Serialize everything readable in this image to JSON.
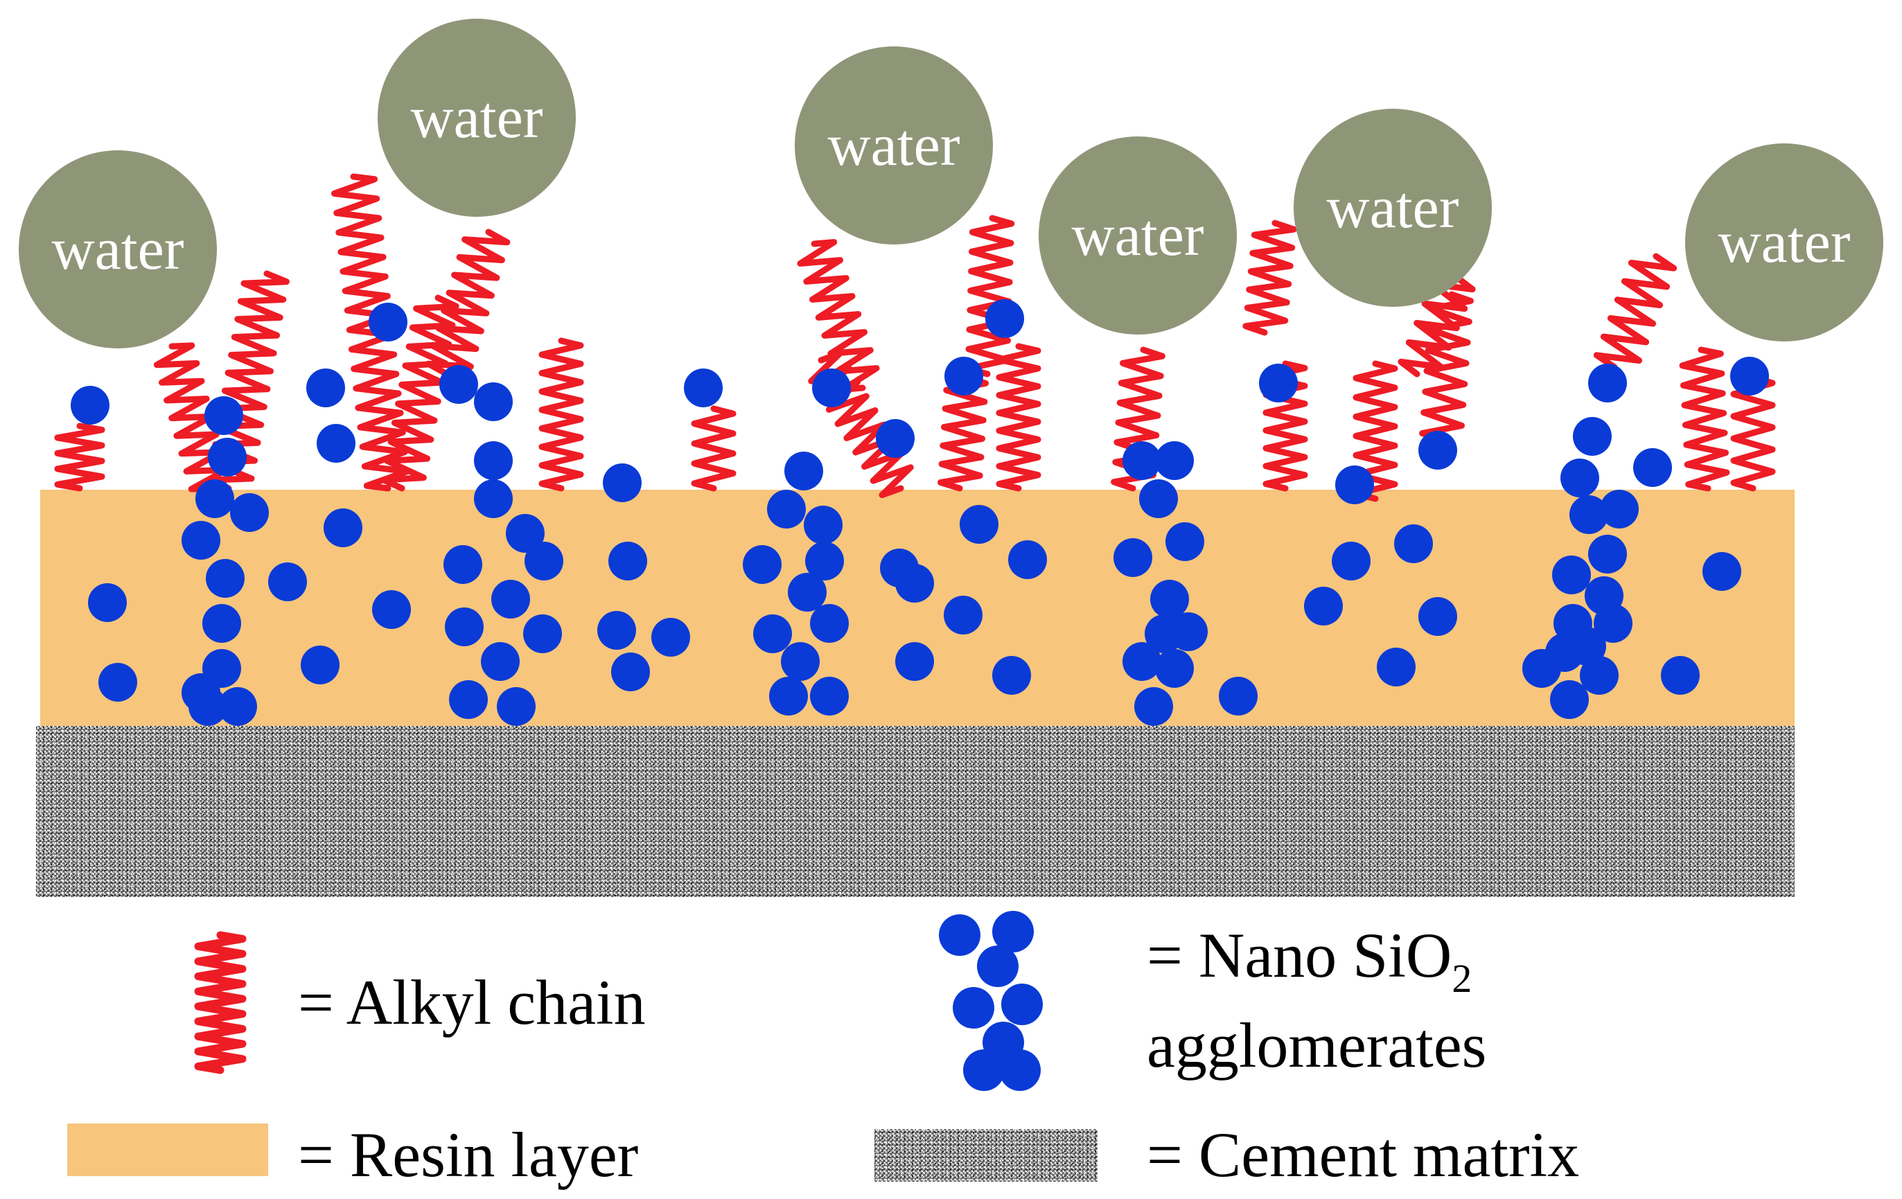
{
  "colors": {
    "water": "#8f9678",
    "water_text": "#ffffff",
    "alkyl_chain": "#ee1c25",
    "nano_sio2": "#0a3bd6",
    "resin": "#f7c57c",
    "cement_base": "#8a8a8a",
    "text": "#000000"
  },
  "water_label": "water",
  "legend": {
    "alkyl": "= Alkyl chain",
    "nano_line1": "= Nano SiO",
    "nano_subscript": "2",
    "nano_line2": "agglomerates",
    "resin": "= Resin layer",
    "cement": "= Cement matrix"
  }
}
